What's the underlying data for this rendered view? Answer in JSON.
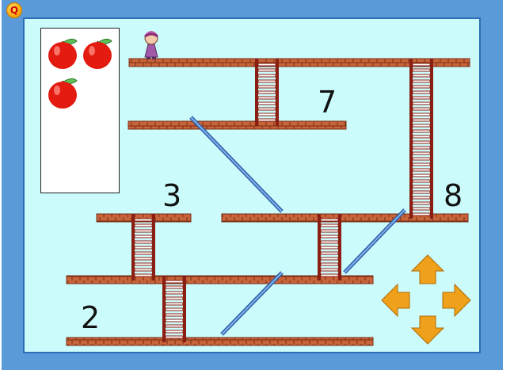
{
  "quit_button": {
    "label": "Q"
  },
  "apples_collected": 3,
  "platform_numbers": [
    {
      "id": "num-7",
      "label": "7"
    },
    {
      "id": "num-3",
      "label": "3"
    },
    {
      "id": "num-8",
      "label": "8"
    },
    {
      "id": "num-2",
      "label": "2"
    }
  ],
  "controls": {
    "up": "arrow-up-icon",
    "down": "arrow-down-icon",
    "left": "arrow-left-icon",
    "right": "arrow-right-icon"
  },
  "colors": {
    "frame": "#5b9ad9",
    "board": "#ccfbfb",
    "brick": "#b8532f",
    "ladder": "#8a1e12",
    "slide": "#3c7fd1",
    "arrow": "#f0a11c",
    "apple": "#e31b10"
  }
}
